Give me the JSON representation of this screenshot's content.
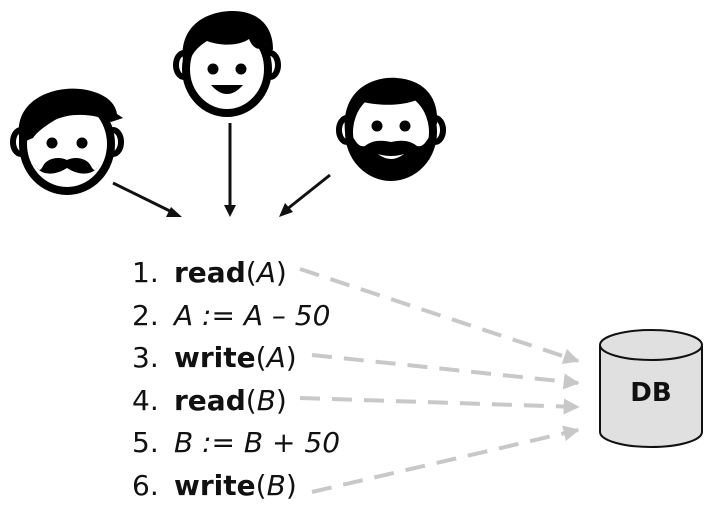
{
  "users": [
    {
      "icon": "man-mustache-icon"
    },
    {
      "icon": "man-smiling-icon"
    },
    {
      "icon": "man-beard-icon"
    }
  ],
  "steps": [
    {
      "num": "1.",
      "kw": "read",
      "open": "(",
      "var": "A",
      "close": ")",
      "expr": ""
    },
    {
      "num": "2.",
      "kw": "",
      "open": "",
      "var": "",
      "close": "",
      "expr": "A := A – 50"
    },
    {
      "num": "3.",
      "kw": "write",
      "open": "(",
      "var": "A",
      "close": ")",
      "expr": ""
    },
    {
      "num": "4.",
      "kw": "read",
      "open": "(",
      "var": "B",
      "close": ")",
      "expr": ""
    },
    {
      "num": "5.",
      "kw": "",
      "open": "",
      "var": "",
      "close": "",
      "expr": "B := B + 50"
    },
    {
      "num": "6.",
      "kw": "write",
      "open": "(",
      "var": "B",
      "close": ")",
      "expr": ""
    }
  ],
  "database": {
    "label": "DB"
  },
  "colors": {
    "arrow": "#111111",
    "dashed_arrow": "#c8c8c8",
    "db_fill": "#e0e0e0",
    "db_outline": "#111111"
  }
}
